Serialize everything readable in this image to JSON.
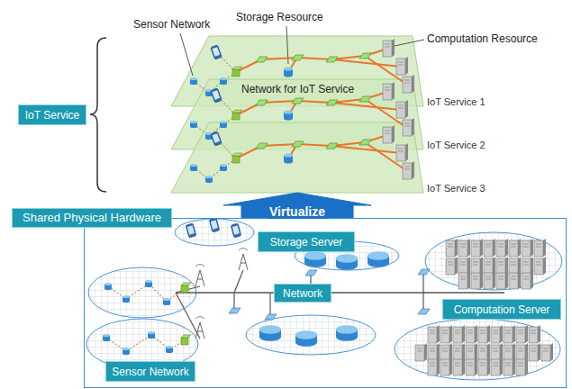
{
  "diagram": {
    "nodes": [
      {
        "text": [
          "Network for IoT Service",
          "IoT Service 1"
        ]
      },
      {
        "text": [
          "IoT Service 2"
        ]
      },
      {
        "text": [
          "IoT Service 3"
        ]
      },
      {
        "text": [
          "IoT Service"
        ]
      },
      {
        "text": [
          "Shared Physical Hardware"
        ]
      },
      {
        "text": [
          "Storage Server"
        ],
        "in": 4
      },
      {
        "text": [
          "Network"
        ],
        "in": 4
      },
      {
        "text": [
          "Computation Server"
        ],
        "in": 4
      },
      {
        "text": [
          "Sensor Network"
        ],
        "in": 4
      }
    ],
    "edges": [
      {
        "from": 4,
        "to": 2,
        "arrow": "to",
        "label": "Virtualize"
      }
    ],
    "labels": [
      "Sensor Network",
      "Storage Resource",
      "Computation Resource"
    ]
  }
}
